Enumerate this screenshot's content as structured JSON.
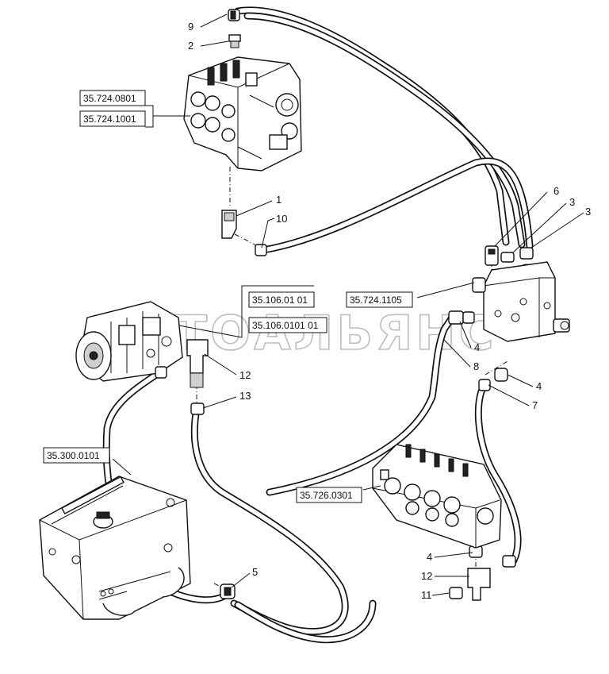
{
  "watermark": "АВТОАЛЬЯНС",
  "part_numbers": {
    "p9": "9",
    "p2": "2",
    "p1": "1",
    "p10": "10",
    "p6": "6",
    "p3a": "3",
    "p3b": "3",
    "p4a": "4",
    "p8": "8",
    "p4b": "4",
    "p7": "7",
    "p12a": "12",
    "p13": "13",
    "p5": "5",
    "p4c": "4",
    "p12b": "12",
    "p11": "11"
  },
  "references": {
    "r1": "35.724.0801",
    "r2": "35.724.1001",
    "r3": "35.106.01 01",
    "r4": "35.106.0101 01",
    "r5": "35.724.1105",
    "r6": "35.300.0101",
    "r7": "35.726.0301"
  }
}
